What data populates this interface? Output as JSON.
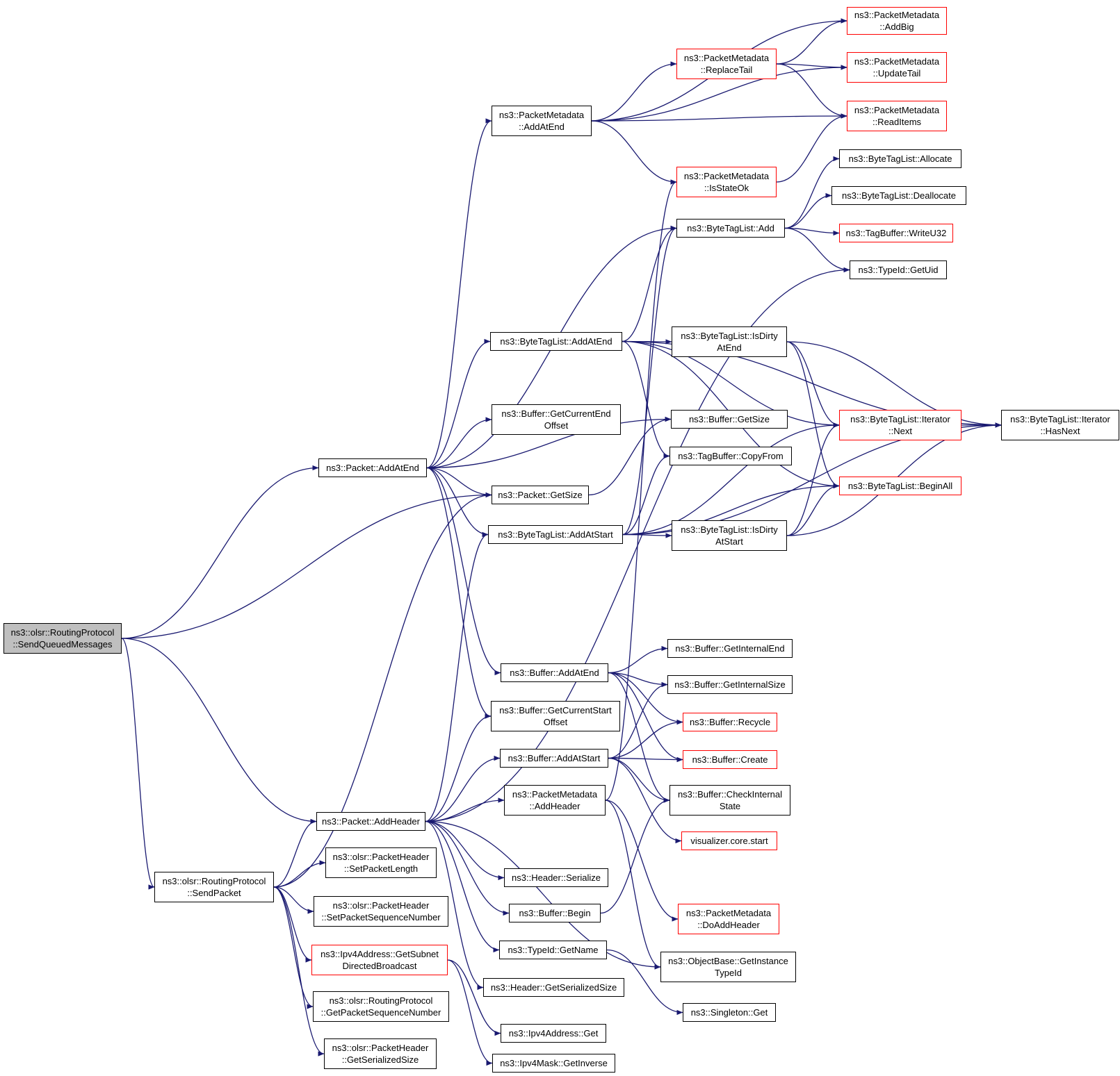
{
  "graph": {
    "edge_color": "#191970",
    "nodes": {
      "send_queued": {
        "lines": [
          "ns3::olsr::RoutingProtocol",
          "::SendQueuedMessages"
        ],
        "style": "root"
      },
      "packet_addatend": {
        "lines": [
          "ns3::Packet::AddAtEnd"
        ]
      },
      "packet_getsize": {
        "lines": [
          "ns3::Packet::GetSize"
        ]
      },
      "packet_addheader": {
        "lines": [
          "ns3::Packet::AddHeader"
        ]
      },
      "send_packet": {
        "lines": [
          "ns3::olsr::RoutingProtocol",
          "::SendPacket"
        ]
      },
      "pm_addatend": {
        "lines": [
          "ns3::PacketMetadata",
          "::AddAtEnd"
        ]
      },
      "pm_replacetail": {
        "lines": [
          "ns3::PacketMetadata",
          "::ReplaceTail"
        ],
        "style": "red"
      },
      "pm_addbig": {
        "lines": [
          "ns3::PacketMetadata",
          "::AddBig"
        ],
        "style": "red"
      },
      "pm_updatetail": {
        "lines": [
          "ns3::PacketMetadata",
          "::UpdateTail"
        ],
        "style": "red"
      },
      "pm_readitems": {
        "lines": [
          "ns3::PacketMetadata",
          "::ReadItems"
        ],
        "style": "red"
      },
      "pm_isstateok": {
        "lines": [
          "ns3::PacketMetadata",
          "::IsStateOk"
        ],
        "style": "red"
      },
      "btl_allocate": {
        "lines": [
          "ns3::ByteTagList::Allocate"
        ]
      },
      "btl_deallocate": {
        "lines": [
          "ns3::ByteTagList::Deallocate"
        ]
      },
      "btl_add": {
        "lines": [
          "ns3::ByteTagList::Add"
        ]
      },
      "tb_writeu32": {
        "lines": [
          "ns3::TagBuffer::WriteU32"
        ],
        "style": "red"
      },
      "typeid_getuid": {
        "lines": [
          "ns3::TypeId::GetUid"
        ]
      },
      "btl_addatend": {
        "lines": [
          "ns3::ByteTagList::AddAtEnd"
        ]
      },
      "btl_isdirtyatend": {
        "lines": [
          "ns3::ByteTagList::IsDirty",
          "AtEnd"
        ]
      },
      "buf_getcurrentendoffset": {
        "lines": [
          "ns3::Buffer::GetCurrentEnd",
          "Offset"
        ]
      },
      "buf_getsize": {
        "lines": [
          "ns3::Buffer::GetSize"
        ]
      },
      "tb_copyfrom": {
        "lines": [
          "ns3::TagBuffer::CopyFrom"
        ]
      },
      "btl_iter_next": {
        "lines": [
          "ns3::ByteTagList::Iterator",
          "::Next"
        ],
        "style": "red"
      },
      "btl_iter_hasnext": {
        "lines": [
          "ns3::ByteTagList::Iterator",
          "::HasNext"
        ]
      },
      "btl_beginall": {
        "lines": [
          "ns3::ByteTagList::BeginAll"
        ],
        "style": "red"
      },
      "btl_addatstart": {
        "lines": [
          "ns3::ByteTagList::AddAtStart"
        ]
      },
      "btl_isdirtyatstart": {
        "lines": [
          "ns3::ByteTagList::IsDirty",
          "AtStart"
        ]
      },
      "buf_getinternalend": {
        "lines": [
          "ns3::Buffer::GetInternalEnd"
        ]
      },
      "buf_addatend": {
        "lines": [
          "ns3::Buffer::AddAtEnd"
        ]
      },
      "buf_getinternalsize": {
        "lines": [
          "ns3::Buffer::GetInternalSize"
        ]
      },
      "buf_getcurrentstartoffset": {
        "lines": [
          "ns3::Buffer::GetCurrentStart",
          "Offset"
        ]
      },
      "buf_recycle": {
        "lines": [
          "ns3::Buffer::Recycle"
        ],
        "style": "red"
      },
      "buf_addatstart": {
        "lines": [
          "ns3::Buffer::AddAtStart"
        ]
      },
      "buf_create": {
        "lines": [
          "ns3::Buffer::Create"
        ],
        "style": "red"
      },
      "pm_addheader": {
        "lines": [
          "ns3::PacketMetadata",
          "::AddHeader"
        ]
      },
      "buf_checkinternalstate": {
        "lines": [
          "ns3::Buffer::CheckInternal",
          "State"
        ]
      },
      "viz_core_start": {
        "lines": [
          "visualizer.core.start"
        ],
        "style": "red"
      },
      "ph_setpacketlength": {
        "lines": [
          "ns3::olsr::PacketHeader",
          "::SetPacketLength"
        ]
      },
      "hdr_serialize": {
        "lines": [
          "ns3::Header::Serialize"
        ]
      },
      "buf_begin": {
        "lines": [
          "ns3::Buffer::Begin"
        ]
      },
      "ph_setpacketseqnum": {
        "lines": [
          "ns3::olsr::PacketHeader",
          "::SetPacketSequenceNumber"
        ]
      },
      "pm_doaddheader": {
        "lines": [
          "ns3::PacketMetadata",
          "::DoAddHeader"
        ],
        "style": "red"
      },
      "ipv4_getsubnetdb": {
        "lines": [
          "ns3::Ipv4Address::GetSubnet",
          "DirectedBroadcast"
        ],
        "style": "red"
      },
      "typeid_getname": {
        "lines": [
          "ns3::TypeId::GetName"
        ]
      },
      "ob_getinstancetypeid": {
        "lines": [
          "ns3::ObjectBase::GetInstance",
          "TypeId"
        ]
      },
      "hdr_getserializedsize": {
        "lines": [
          "ns3::Header::GetSerializedSize"
        ]
      },
      "rp_getpacketseqnum": {
        "lines": [
          "ns3::olsr::RoutingProtocol",
          "::GetPacketSequenceNumber"
        ]
      },
      "singleton_get": {
        "lines": [
          "ns3::Singleton::Get"
        ]
      },
      "ipv4_get": {
        "lines": [
          "ns3::Ipv4Address::Get"
        ]
      },
      "ph_getserializedsize": {
        "lines": [
          "ns3::olsr::PacketHeader",
          "::GetSerializedSize"
        ]
      },
      "ipv4mask_getinverse": {
        "lines": [
          "ns3::Ipv4Mask::GetInverse"
        ]
      }
    },
    "edges": [
      [
        "send_queued",
        "packet_addatend"
      ],
      [
        "send_queued",
        "packet_getsize"
      ],
      [
        "send_queued",
        "packet_addheader"
      ],
      [
        "send_queued",
        "send_packet"
      ],
      [
        "packet_addatend",
        "pm_addatend"
      ],
      [
        "packet_addatend",
        "btl_add"
      ],
      [
        "packet_addatend",
        "btl_addatend"
      ],
      [
        "packet_addatend",
        "buf_getcurrentendoffset"
      ],
      [
        "packet_addatend",
        "buf_getsize"
      ],
      [
        "packet_addatend",
        "packet_getsize"
      ],
      [
        "packet_addatend",
        "btl_addatstart"
      ],
      [
        "packet_addatend",
        "buf_addatend"
      ],
      [
        "packet_addatend",
        "buf_getcurrentstartoffset"
      ],
      [
        "pm_addatend",
        "pm_addbig"
      ],
      [
        "pm_addatend",
        "pm_replacetail"
      ],
      [
        "pm_addatend",
        "pm_updatetail"
      ],
      [
        "pm_addatend",
        "pm_readitems"
      ],
      [
        "pm_addatend",
        "pm_isstateok"
      ],
      [
        "pm_replacetail",
        "pm_addbig"
      ],
      [
        "pm_replacetail",
        "pm_updatetail"
      ],
      [
        "pm_replacetail",
        "pm_readitems"
      ],
      [
        "pm_isstateok",
        "pm_readitems"
      ],
      [
        "btl_add",
        "btl_allocate"
      ],
      [
        "btl_add",
        "btl_deallocate"
      ],
      [
        "btl_add",
        "tb_writeu32"
      ],
      [
        "btl_add",
        "typeid_getuid"
      ],
      [
        "btl_addatend",
        "btl_add"
      ],
      [
        "btl_addatend",
        "btl_isdirtyatend"
      ],
      [
        "btl_addatend",
        "btl_iter_next"
      ],
      [
        "btl_addatend",
        "btl_iter_hasnext"
      ],
      [
        "btl_addatend",
        "tb_copyfrom"
      ],
      [
        "btl_addatend",
        "btl_beginall"
      ],
      [
        "btl_isdirtyatend",
        "btl_iter_next"
      ],
      [
        "btl_isdirtyatend",
        "btl_iter_hasnext"
      ],
      [
        "btl_isdirtyatend",
        "btl_beginall"
      ],
      [
        "btl_iter_next",
        "btl_iter_hasnext"
      ],
      [
        "packet_getsize",
        "buf_getsize"
      ],
      [
        "btl_addatstart",
        "btl_add"
      ],
      [
        "btl_addatstart",
        "btl_isdirtyatstart"
      ],
      [
        "btl_addatstart",
        "btl_iter_next"
      ],
      [
        "btl_addatstart",
        "tb_copyfrom"
      ],
      [
        "btl_addatstart",
        "btl_beginall"
      ],
      [
        "btl_addatstart",
        "btl_iter_hasnext"
      ],
      [
        "btl_isdirtyatstart",
        "btl_iter_next"
      ],
      [
        "btl_isdirtyatstart",
        "btl_beginall"
      ],
      [
        "btl_isdirtyatstart",
        "btl_iter_hasnext"
      ],
      [
        "buf_addatend",
        "buf_getinternalend"
      ],
      [
        "buf_addatend",
        "buf_getinternalsize"
      ],
      [
        "buf_addatend",
        "buf_recycle"
      ],
      [
        "buf_addatend",
        "buf_create"
      ],
      [
        "buf_addatend",
        "buf_checkinternalstate"
      ],
      [
        "buf_addatstart",
        "buf_getinternalsize"
      ],
      [
        "buf_addatstart",
        "buf_recycle"
      ],
      [
        "buf_addatstart",
        "buf_create"
      ],
      [
        "buf_addatstart",
        "buf_checkinternalstate"
      ],
      [
        "buf_addatstart",
        "viz_core_start"
      ],
      [
        "pm_addheader",
        "pm_isstateok"
      ],
      [
        "pm_addheader",
        "pm_doaddheader"
      ],
      [
        "pm_addheader",
        "ob_getinstancetypeid"
      ],
      [
        "packet_addheader",
        "btl_addatstart"
      ],
      [
        "packet_addheader",
        "buf_getcurrentstartoffset"
      ],
      [
        "packet_addheader",
        "buf_addatstart"
      ],
      [
        "packet_addheader",
        "pm_addheader"
      ],
      [
        "packet_addheader",
        "hdr_serialize"
      ],
      [
        "packet_addheader",
        "buf_begin"
      ],
      [
        "packet_addheader",
        "typeid_getname"
      ],
      [
        "packet_addheader",
        "hdr_getserializedsize"
      ],
      [
        "packet_addheader",
        "ob_getinstancetypeid"
      ],
      [
        "packet_addheader",
        "typeid_getuid"
      ],
      [
        "buf_begin",
        "buf_checkinternalstate"
      ],
      [
        "typeid_getname",
        "singleton_get"
      ],
      [
        "send_packet",
        "packet_getsize"
      ],
      [
        "send_packet",
        "packet_addheader"
      ],
      [
        "send_packet",
        "ph_setpacketlength"
      ],
      [
        "send_packet",
        "ph_setpacketseqnum"
      ],
      [
        "send_packet",
        "ipv4_getsubnetdb"
      ],
      [
        "send_packet",
        "rp_getpacketseqnum"
      ],
      [
        "send_packet",
        "ph_getserializedsize"
      ],
      [
        "ipv4_getsubnetdb",
        "ipv4_get"
      ],
      [
        "ipv4_getsubnetdb",
        "ipv4mask_getinverse"
      ]
    ]
  }
}
